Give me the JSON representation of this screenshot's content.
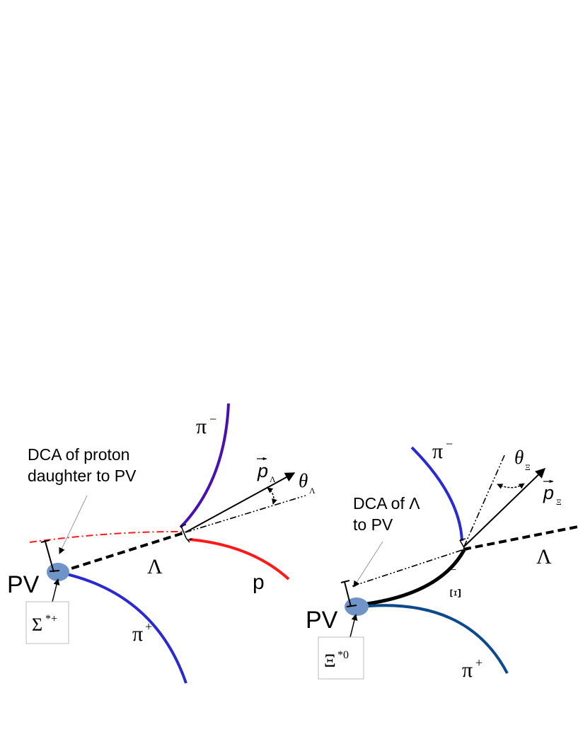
{
  "left_panel": {
    "pv_label": "PV",
    "dca_note_line1": "DCA of proton",
    "dca_note_line2": "daughter to PV",
    "resonance_label": "Σ",
    "resonance_sup": "*+",
    "pi_minus": "π",
    "pi_minus_sup": "−",
    "pi_plus": "π",
    "pi_plus_sup": "+",
    "lambda_label": "Λ",
    "proton_label": "p",
    "momentum_label": "p",
    "momentum_sub": "Λ",
    "angle_label": "θ",
    "angle_sub": "Λ"
  },
  "right_panel": {
    "pv_label": "PV",
    "dca_note_line1": "DCA of Λ",
    "dca_note_line2": "to PV",
    "resonance_label": "Ξ",
    "resonance_sup": "*0",
    "pi_minus": "π",
    "pi_minus_sup": "−",
    "pi_plus": "π",
    "pi_plus_sup": "+",
    "lambda_label": "Λ",
    "xi_label": "Ξ",
    "xi_sup": "−",
    "momentum_label": "p",
    "momentum_sub": "Ξ",
    "angle_label": "θ",
    "angle_sub": "Ξ"
  },
  "colors": {
    "pi_minus_left": "#4b10b0",
    "pi_minus_right": "#2a2ad0",
    "pi_plus_left": "#2a2ad0",
    "pi_plus_right": "#0c4a8c",
    "proton": "#ff1a1a",
    "vertex": "#6f94c8",
    "track": "#000000"
  }
}
